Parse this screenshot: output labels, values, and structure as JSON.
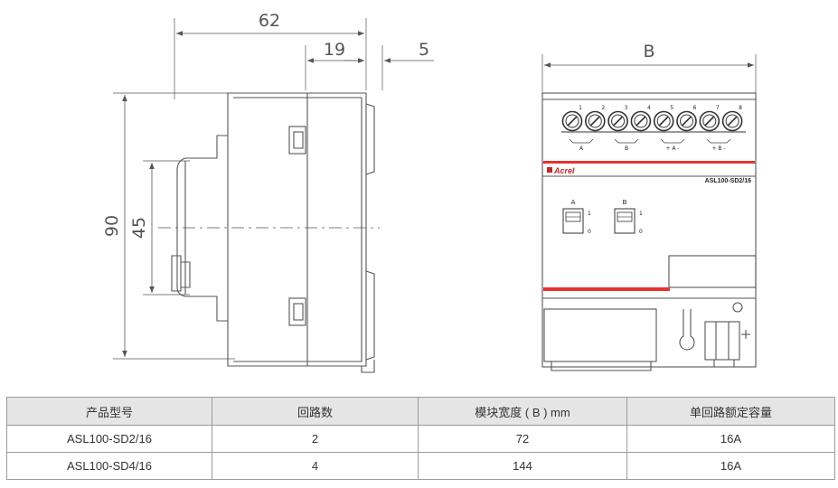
{
  "drawing": {
    "side_view": {
      "dimensions": {
        "width": "62",
        "upper_depth": "19",
        "step": "5",
        "height": "90",
        "rail_height": "45"
      }
    },
    "front_view": {
      "dimension_width": "B",
      "terminal_numbers": [
        "1",
        "2",
        "3",
        "4",
        "5",
        "6",
        "7",
        "8"
      ],
      "terminal_group_labels": [
        {
          "text": "A"
        },
        {
          "text": "B"
        },
        {
          "text": "+ A -"
        },
        {
          "text": "+ B -"
        }
      ],
      "brand": "Acrel",
      "model": "ASL100-SD2/16",
      "switches": [
        {
          "label": "A",
          "on": "1",
          "off": "0"
        },
        {
          "label": "B",
          "on": "1",
          "off": "0"
        }
      ],
      "stripe_color": "#e8322e"
    }
  },
  "table": {
    "headers": [
      "产品型号",
      "回路数",
      "模块宽度 ( B ) mm",
      "单回路额定容量"
    ],
    "rows": [
      [
        "ASL100-SD2/16",
        "2",
        "72",
        "16A"
      ],
      [
        "ASL100-SD4/16",
        "4",
        "144",
        "16A"
      ]
    ]
  }
}
